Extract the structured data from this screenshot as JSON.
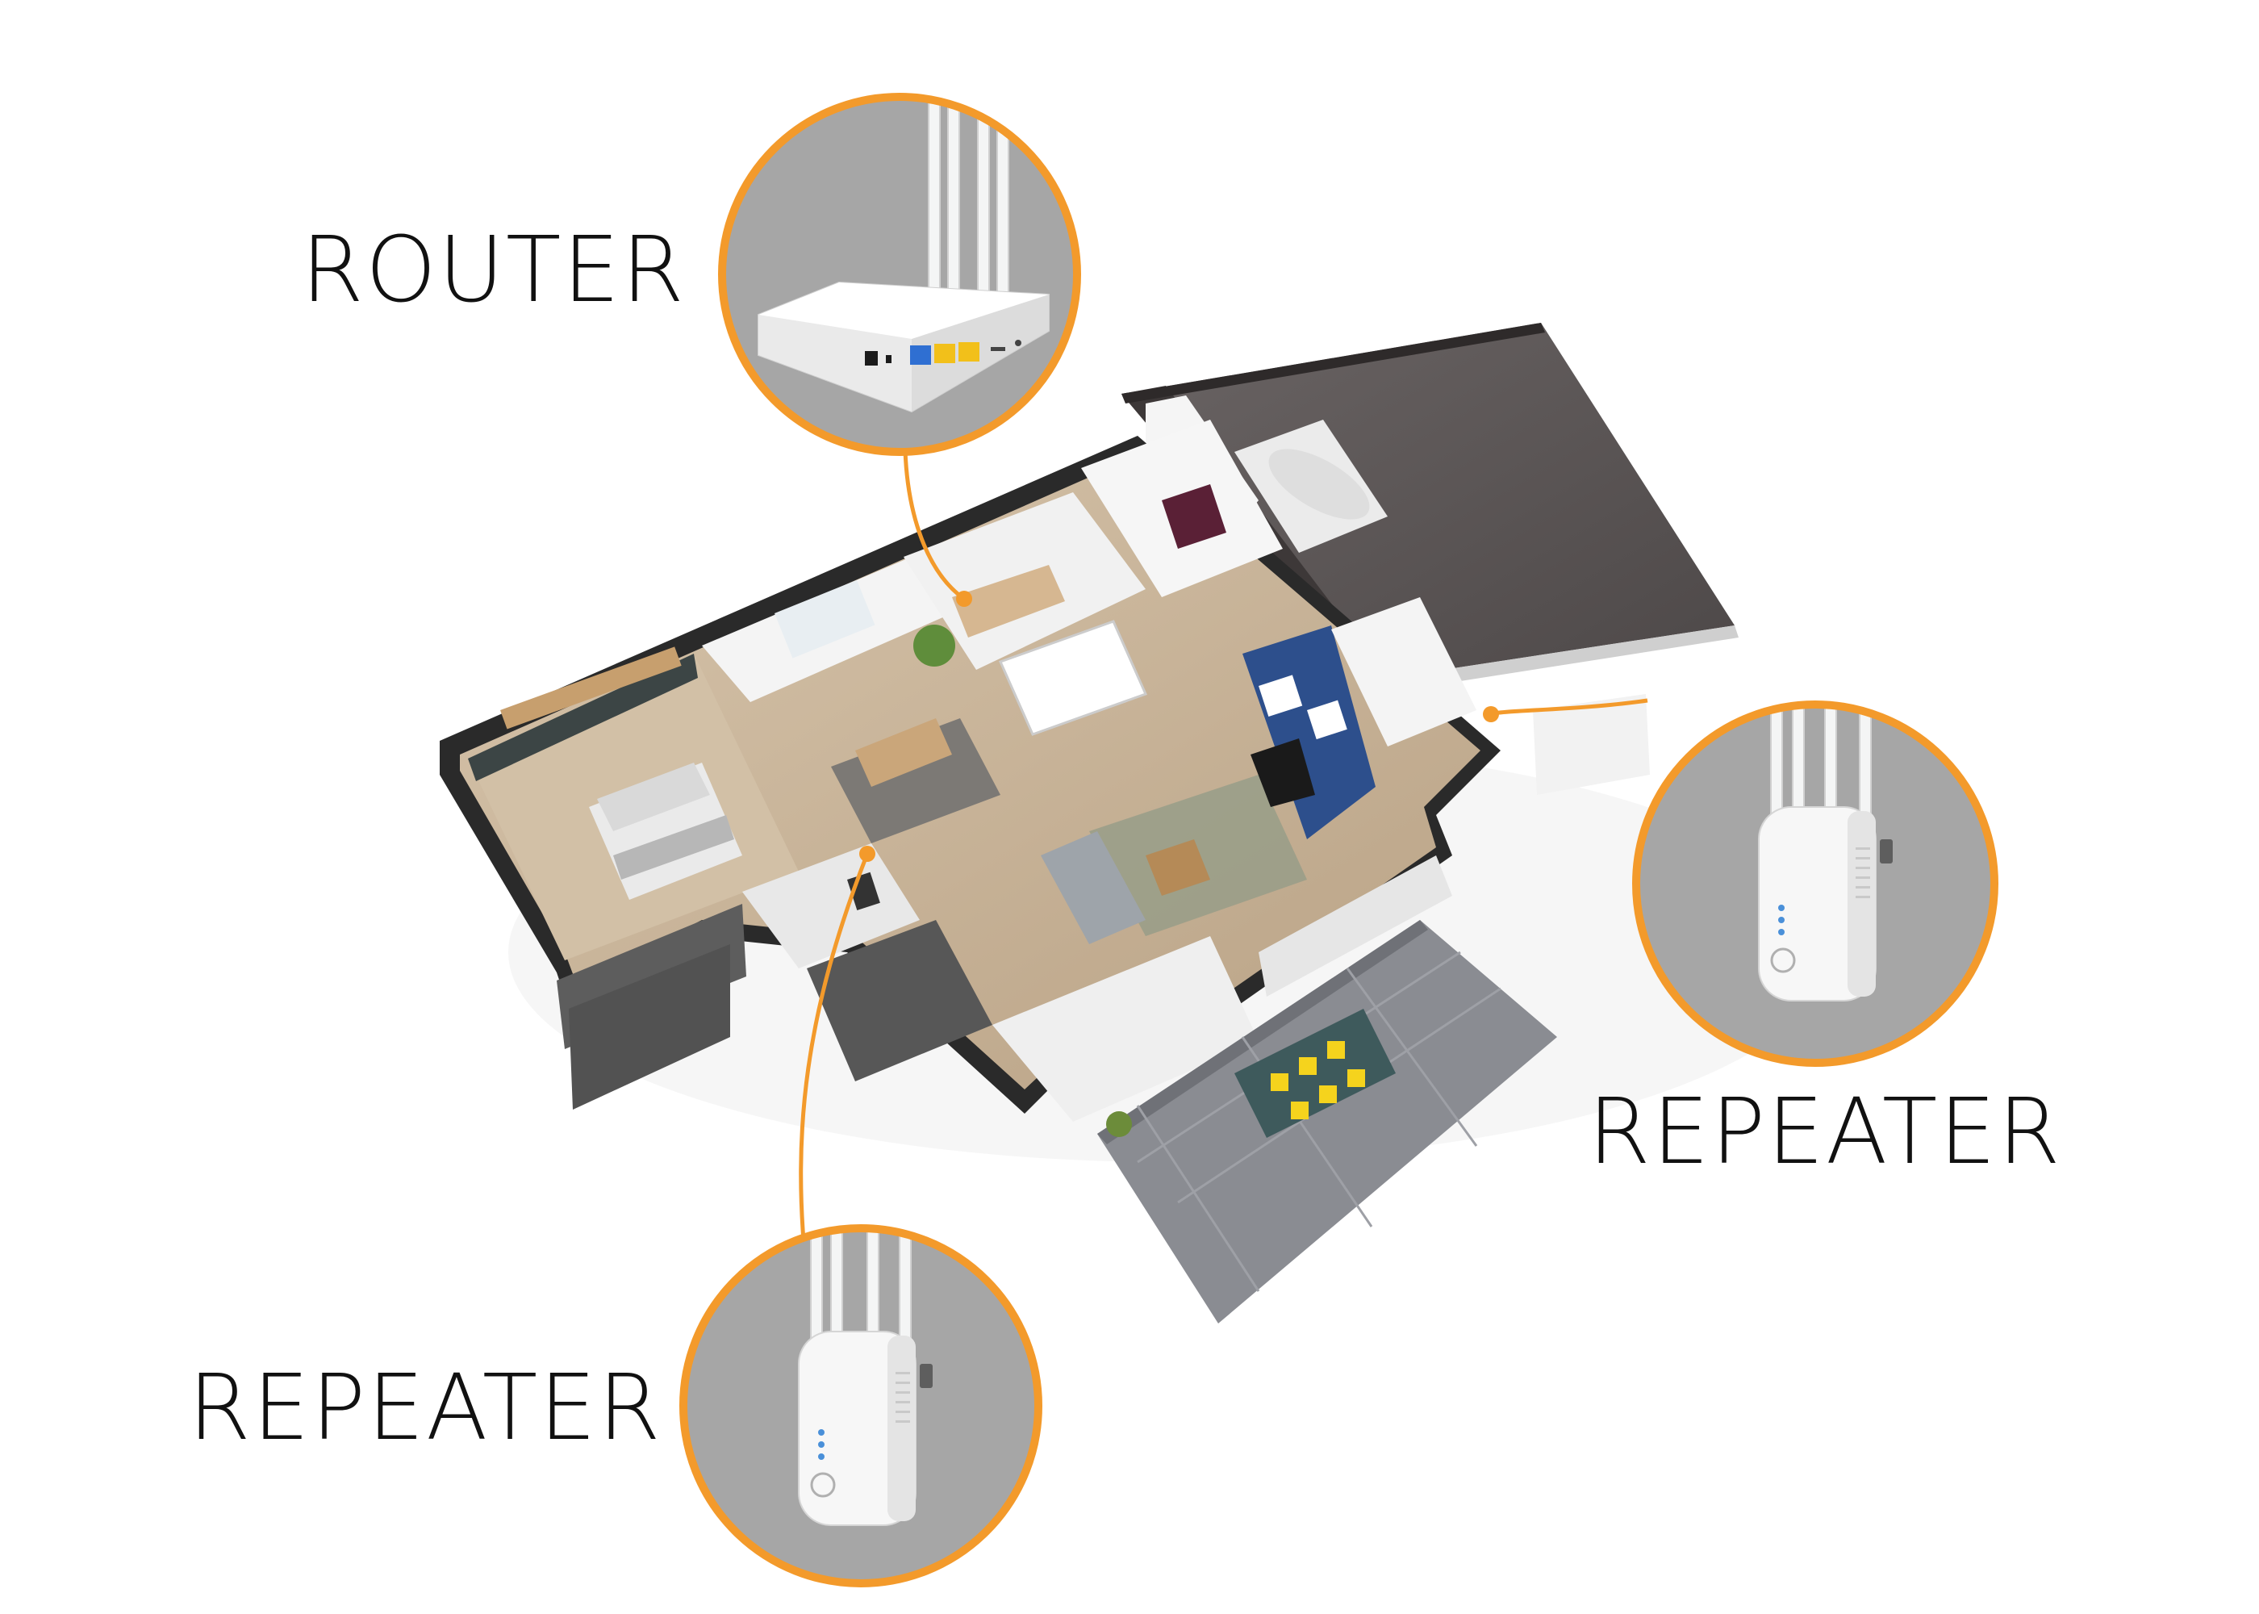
{
  "labels": {
    "router": "ROUTER",
    "repeater_right": "REPEATER",
    "repeater_left": "REPEATER"
  },
  "colors": {
    "accent_orange": "#F39A2B",
    "bubble_gray": "#A6A6A6",
    "roof_gray": "#5E5858",
    "wall_dark": "#2A2A2A",
    "floor_wood": "#C8B397",
    "accent_wall_blue": "#2D4F8C",
    "patio_stone": "#8A8C92",
    "device_white": "#F4F5F5"
  },
  "devices": [
    {
      "kind": "router",
      "icon": "router-icon"
    },
    {
      "kind": "repeater",
      "icon": "repeater-icon"
    },
    {
      "kind": "repeater",
      "icon": "repeater-icon"
    }
  ]
}
